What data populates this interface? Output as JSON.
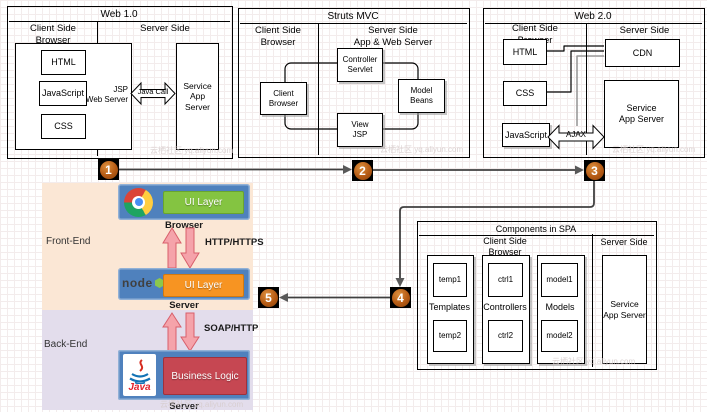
{
  "watermark": "云栖社区 yq.aliyun.com",
  "badges": [
    "1",
    "2",
    "3",
    "4",
    "5"
  ],
  "web10": {
    "title": "Web 1.0",
    "client_header": "Client Side\nBrowser",
    "server_header": "Server Side",
    "html": "HTML",
    "javascript": "JavaScript",
    "css": "CSS",
    "jsp": "JSP\nWeb Server",
    "java_call": "Java Call",
    "service": "Service\nApp Server"
  },
  "struts": {
    "title": "Struts MVC",
    "client_header": "Client Side\nBrowser",
    "server_header": "Server Side\nApp & Web Server",
    "controller": "Controller\nServlet",
    "browser": "Client\nBrowser",
    "model": "Model\nBeans",
    "view": "View\nJSP"
  },
  "web20": {
    "title": "Web 2.0",
    "client_header": "Client Side\nBrowser",
    "server_header": "Server Side",
    "html": "HTML",
    "css": "CSS",
    "javascript": "JavaScript",
    "cdn": "CDN",
    "service": "Service\nApp Server",
    "ajax": "AJAX"
  },
  "spa": {
    "title": "Components in SPA",
    "client_header": "Client Side\nBrowser",
    "server_header": "Server Side",
    "columns": [
      {
        "label": "Templates",
        "items": [
          "temp1",
          "temp2"
        ]
      },
      {
        "label": "Controllers",
        "items": [
          "ctrl1",
          "ctrl2"
        ]
      },
      {
        "label": "Models",
        "items": [
          "model1",
          "model2"
        ]
      }
    ],
    "service": "Service\nApp Server"
  },
  "stack": {
    "front_end": "Front-End",
    "back_end": "Back-End",
    "browser_caption": "Browser",
    "server_caption_mid": "Server",
    "server_caption_bottom": "Server",
    "http_label": "HTTP/HTTPS",
    "soap_label": "SOAP/HTTP",
    "ui_layer_top": "UI Layer",
    "ui_layer_mid": "UI Layer",
    "business_logic": "Business Logic",
    "node_text": "node",
    "java_text": "Java"
  },
  "colors": {
    "front_bg": "#fbe7d5",
    "back_bg": "#e3ddec",
    "panel_blue": "#4f81bd",
    "ui_green": "#84c441",
    "ui_orange": "#f79422",
    "logic_red": "#c64752",
    "arrow_pink": "#f5a3aa",
    "arrow_pink_border": "#d85f6b",
    "badge_orange": "#b55a14",
    "line_gray": "#404040"
  }
}
